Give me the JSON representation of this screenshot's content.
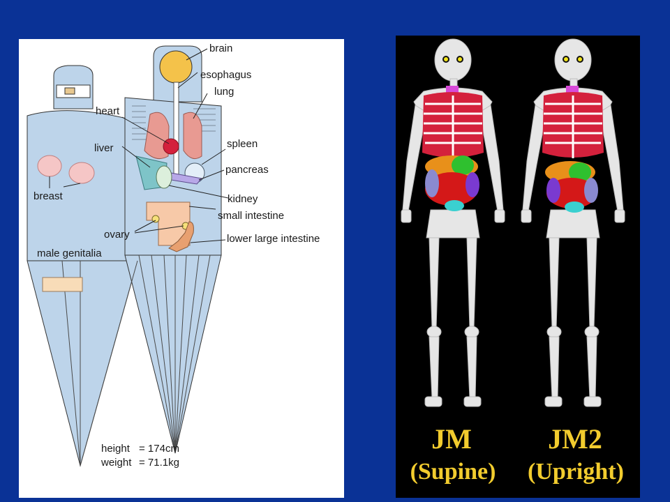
{
  "left_figure": {
    "labels": {
      "brain": "brain",
      "esophagus": "esophagus",
      "lung": "lung",
      "heart": "heart",
      "liver": "liver",
      "spleen": "spleen",
      "pancreas": "pancreas",
      "breast": "breast",
      "kidney": "kidney",
      "small_intestine": "small intestine",
      "ovary": "ovary",
      "lower_large_intestine": "lower large intestine",
      "male_genitalia": "male genitalia"
    },
    "specs": {
      "height_label": "height",
      "height_value": "= 174cm",
      "weight_label": "weight",
      "weight_value": "=    71.1kg"
    }
  },
  "right_figure": {
    "captions": {
      "left_name": "JM",
      "left_posture": "(Supine)",
      "right_name": "JM2",
      "right_posture": "(Upright)"
    }
  },
  "colors": {
    "background": "#0a3296",
    "phantom_fill": "#bdd4ea",
    "caption": "#f2cc2e"
  }
}
